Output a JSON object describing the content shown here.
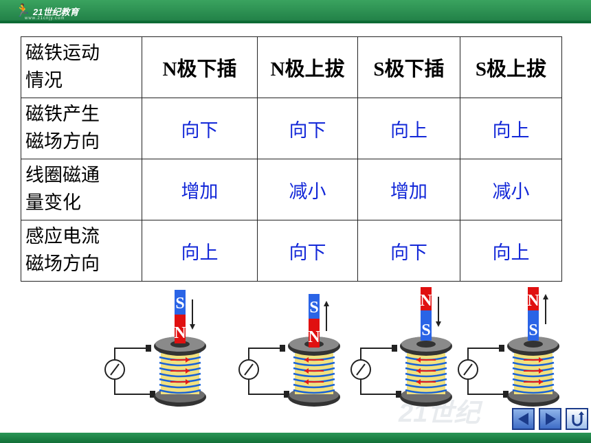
{
  "header": {
    "logo_text": "21世纪教育",
    "logo_sub": "www.21cnjy.com"
  },
  "table": {
    "corner": [
      "磁铁运动",
      "情况"
    ],
    "columns": [
      "N极下插",
      "N极上拔",
      "S极下插",
      "S极上拔"
    ],
    "rows": [
      {
        "label": [
          "磁铁产生",
          "磁场方向"
        ],
        "values": [
          "向下",
          "向下",
          "向上",
          "向上"
        ]
      },
      {
        "label": [
          "线圈磁通",
          "量变化"
        ],
        "values": [
          "增加",
          "减小",
          "增加",
          "减小"
        ]
      },
      {
        "label": [
          "感应电流",
          "磁场方向"
        ],
        "values": [
          "向上",
          "向下",
          "向下",
          "向上"
        ]
      }
    ]
  },
  "figures": {
    "pole_north": "N",
    "pole_south": "S",
    "labels": [
      "S",
      "N",
      "S",
      "N",
      "N",
      "S",
      "N",
      "S"
    ]
  },
  "colors": {
    "north": "#e01010",
    "south": "#2a64e6",
    "coil_wire": "#1a63d6",
    "coil_core": "#f2e17e",
    "current_arrow": "#e41a1a",
    "value_text": "#1328d8",
    "bar_green": "#1f7d45"
  },
  "watermark": "21世纪",
  "nav": {
    "prev_icon": "triangle-left-icon",
    "next_icon": "triangle-right-icon",
    "return_icon": "return-arrow-icon"
  }
}
